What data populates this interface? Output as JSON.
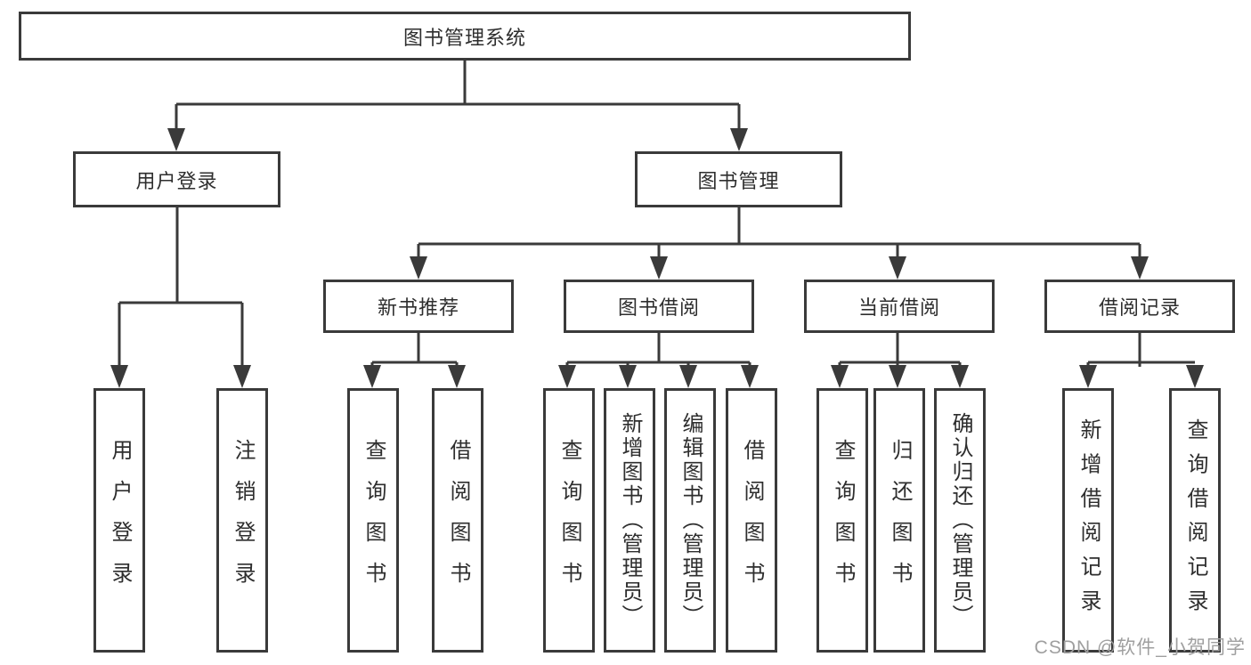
{
  "diagram": {
    "root": {
      "label": "图书管理系统"
    },
    "level2": [
      {
        "label": "用户登录"
      },
      {
        "label": "图书管理"
      }
    ],
    "level3": [
      {
        "label": "新书推荐"
      },
      {
        "label": "图书借阅"
      },
      {
        "label": "当前借阅"
      },
      {
        "label": "借阅记录"
      }
    ],
    "leaves": {
      "user_login": [
        {
          "label": "用户登录"
        },
        {
          "label": "注销登录"
        }
      ],
      "new_book_recommend": [
        {
          "label": "查询图书"
        },
        {
          "label": "借阅图书"
        }
      ],
      "book_borrow": [
        {
          "label": "查询图书"
        },
        {
          "label": "新增图书（管理员）"
        },
        {
          "label": "编辑图书（管理员）"
        },
        {
          "label": "借阅图书"
        }
      ],
      "current_borrow": [
        {
          "label": "查询图书"
        },
        {
          "label": "归还图书"
        },
        {
          "label": "确认归还（管理员）"
        }
      ],
      "borrow_records": [
        {
          "label": "新增借阅记录"
        },
        {
          "label": "查询借阅记录"
        }
      ]
    },
    "colors": {
      "line": "#3a3a3a",
      "text": "#2e2e2e",
      "background": "#ffffff",
      "watermark": "#9f9f9f"
    }
  },
  "watermark": {
    "text": "CSDN @软件_小贺同学"
  }
}
